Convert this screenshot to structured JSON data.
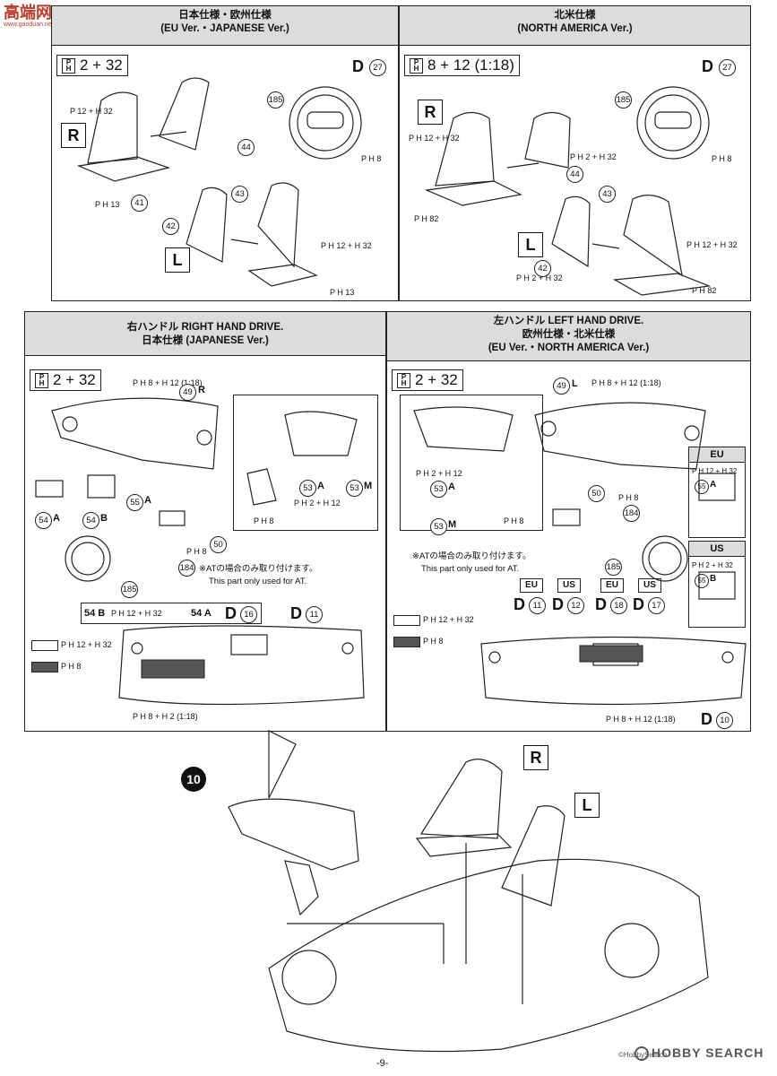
{
  "header": {
    "site": "高端网",
    "site_url": "www.gaoduan.net"
  },
  "step_number": "10",
  "page_number": "-9-",
  "watermark": "HOBBY SEARCH",
  "copyright": "©HobbySearch",
  "panels": {
    "eu_jp": {
      "title_line1": "日本仕様・欧州仕様",
      "title_line2": "(EU Ver.・JAPANESE Ver.)",
      "paint": "2 + 32",
      "d_num": "27",
      "seat_r": "R",
      "seat_l": "L",
      "parts": {
        "p44": "44",
        "p43": "43",
        "p42": "42",
        "p41": "41",
        "p185": "185"
      },
      "paint_labels": {
        "a": "P 12 + H 32",
        "b": "P H 8",
        "c": "P H 13",
        "d": "P H 12 + H 32",
        "e": "P H 13"
      }
    },
    "na": {
      "title_line1": "北米仕様",
      "title_line2": "(NORTH AMERICA Ver.)",
      "paint": "8 + 12 (1:18)",
      "d_num": "27",
      "seat_r": "R",
      "seat_l": "L",
      "parts": {
        "p44": "44",
        "p43": "43",
        "p42": "42",
        "p185": "185"
      },
      "paint_labels": {
        "a": "P H 12 + H 32",
        "b": "P H 2 + H 32",
        "c": "P H 8",
        "d": "P H 82",
        "e": "P H 12 + H 32",
        "f": "P H 2 + H 32",
        "g": "P H 82"
      }
    },
    "rhd": {
      "title_line1": "右ハンドル RIGHT HAND DRIVE.",
      "title_line2": "日本仕様 (JAPANESE Ver.)",
      "paint": "2 + 32",
      "part49": "49",
      "part49_side": "R",
      "dash_paint": "P H 8 + H 12 (1:18)",
      "note_jp": "※ATの場合のみ取り付けます。",
      "note_en": "This part only used for AT.",
      "labels": {
        "p55": "55",
        "p55s": "A",
        "p54a": "54",
        "p54as": "A",
        "p54b": "54",
        "p54bs": "B",
        "p53": "53",
        "p53a": "A",
        "p53m": "M",
        "p50": "50",
        "p184": "184",
        "p185": "185"
      },
      "legend1": "P H 12 + H 32",
      "legend2": "P H 8",
      "bottom_paint": "P H 8 + H 2 (1:18)",
      "ph8": "P H 8",
      "ph2_12": "P H 2 + H 12",
      "row_labels": {
        "a": "54 B",
        "a_paint": "P H 12 + H 32",
        "b": "54 A",
        "d16": "16",
        "d11": "11"
      }
    },
    "lhd": {
      "title_line1": "左ハンドル LEFT HAND DRIVE.",
      "title_line2": "欧州仕様・北米仕様",
      "title_line3": "(EU Ver.・NORTH AMERICA Ver.)",
      "paint": "2 + 32",
      "part49": "49",
      "part49_side": "L",
      "dash_paint": "P H 8 + H 12 (1:18)",
      "note_jp": "※ATの場合のみ取り付けます。",
      "note_en": "This part only used for AT.",
      "labels": {
        "p53": "53",
        "p53a": "A",
        "p53m": "M",
        "p50": "50",
        "p184": "184",
        "p185": "185",
        "p55": "55"
      },
      "eu_label": "EU",
      "us_label": "US",
      "eu_paint": "P H 12 + H 32",
      "eu_part": "A",
      "us_paint": "P H 2 + H 32",
      "us_part": "B",
      "d_row": [
        {
          "region": "EU",
          "d": "11"
        },
        {
          "region": "US",
          "d": "12"
        },
        {
          "region": "EU",
          "d": "18"
        },
        {
          "region": "US",
          "d": "17"
        }
      ],
      "legend1": "P H 12 + H 32",
      "legend2": "P H 8",
      "bottom_paint": "P H 8 + H 12 (1:18)",
      "d10": "10",
      "ph8": "P H 8",
      "ph2_12": "P H 2 + H 12"
    }
  },
  "assembly": {
    "seat_r": "R",
    "seat_l": "L"
  }
}
